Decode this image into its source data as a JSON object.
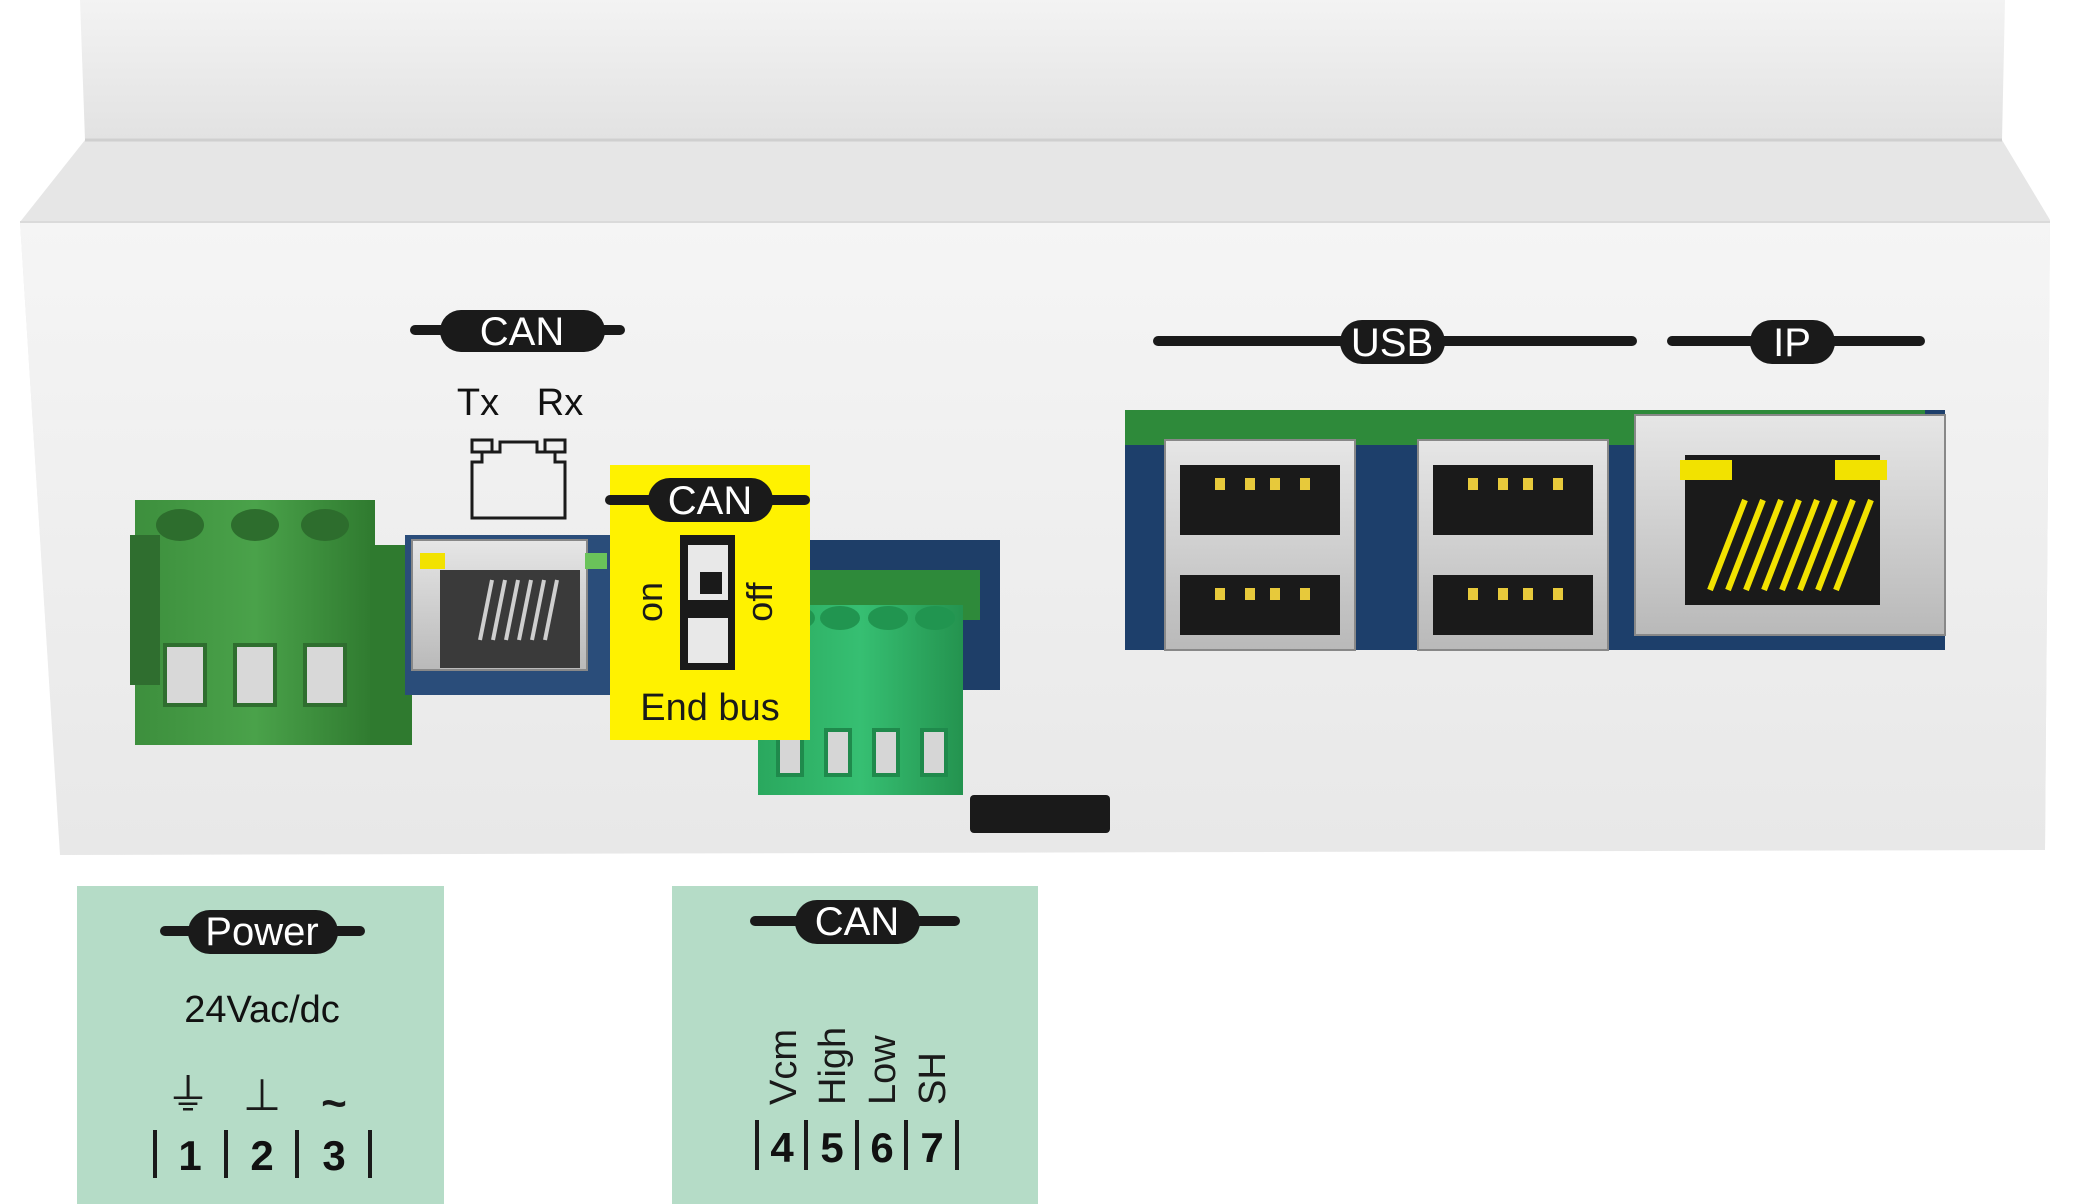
{
  "device": {
    "can_port": {
      "label": "CAN",
      "tx": "Tx",
      "rx": "Rx"
    },
    "can_end_bus": {
      "label": "CAN",
      "on": "on",
      "off": "off",
      "caption": "End bus"
    },
    "usb": {
      "label": "USB"
    },
    "ip": {
      "label": "IP"
    }
  },
  "power_panel": {
    "label": "Power",
    "voltage": "24Vac/dc",
    "symbols": [
      "⏚",
      "⊥",
      "~"
    ],
    "terminals": [
      "1",
      "2",
      "3"
    ]
  },
  "can_panel": {
    "label": "CAN",
    "signals": [
      "Vcm",
      "High",
      "Low",
      "SH"
    ],
    "terminals": [
      "4",
      "5",
      "6",
      "7"
    ]
  },
  "colors": {
    "housing": "#ececec",
    "terminal_green": "#3f9a3f",
    "terminal_green_light": "#2fb86a",
    "pcb_blue": "#1d3f6b",
    "pcb_green": "#2e8a3a",
    "highlight_yellow": "#fff200",
    "panel_green": "#b5dcc7",
    "label_black": "#1a1a1a"
  }
}
